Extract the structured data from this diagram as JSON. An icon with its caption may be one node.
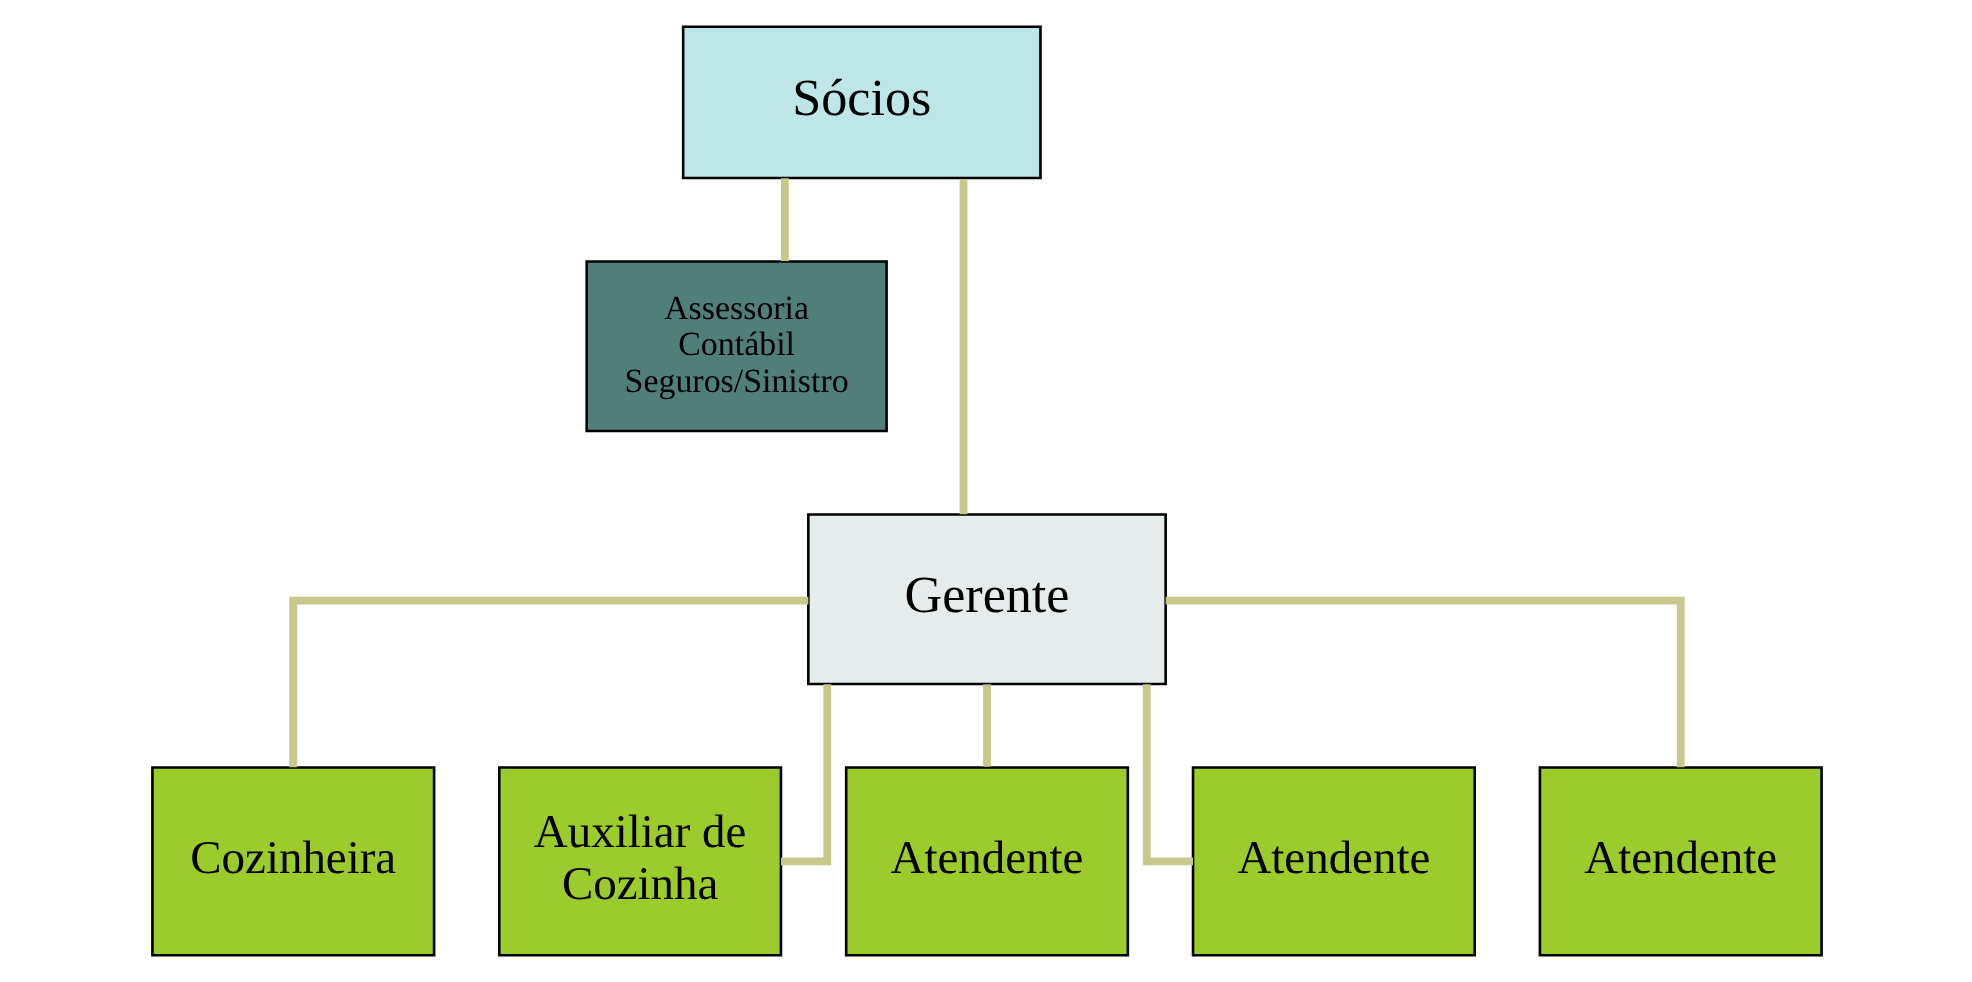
{
  "diagram": {
    "nodes": [
      {
        "text": [
          "Sócios"
        ]
      },
      {
        "text": [
          "Assessoria Contábil Seguros/Sinistro"
        ]
      },
      {
        "text": [
          "Gerente"
        ]
      },
      {
        "text": [
          "Cozinheira"
        ]
      },
      {
        "text": [
          "Auxiliar de Cozinha"
        ]
      },
      {
        "text": [
          "Atendente"
        ]
      },
      {
        "text": [
          "Atendente"
        ]
      },
      {
        "text": [
          "Atendente"
        ]
      }
    ],
    "edges": [
      {
        "from": 0,
        "to": 1,
        "arrow": "none"
      },
      {
        "from": 0,
        "to": 2,
        "arrow": "none"
      },
      {
        "from": 2,
        "to": 3,
        "arrow": "none"
      },
      {
        "from": 2,
        "to": 4,
        "arrow": "none"
      },
      {
        "from": 2,
        "to": 5,
        "arrow": "none"
      },
      {
        "from": 2,
        "to": 6,
        "arrow": "none"
      },
      {
        "from": 2,
        "to": 7,
        "arrow": "none"
      }
    ]
  }
}
